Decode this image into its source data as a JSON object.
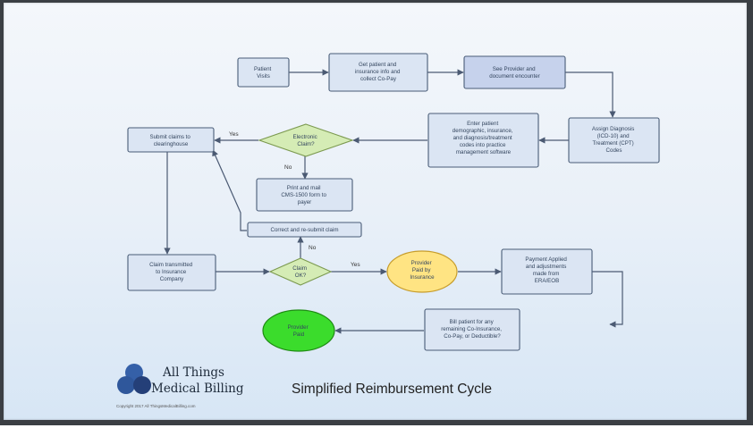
{
  "diagram": {
    "caption": "Simplified Reimbursement Cycle",
    "brand": {
      "line1": "All Things",
      "line2": "Medical Billing",
      "copyright": "Copyright 2017 All ThingsMedicalBilling.com"
    },
    "nodes": {
      "patient_visits": [
        "Patient",
        "Visits"
      ],
      "get_info": [
        "Get patient and",
        "insurance info and",
        "collect Co-Pay"
      ],
      "see_provider": [
        "See Provider and",
        "document encounter"
      ],
      "assign_codes": [
        "Assign Diagnosis",
        "(ICD-10) and",
        "Treatment (CPT)",
        "Codes"
      ],
      "enter_data": [
        "Enter patient",
        "demographic, insurance,",
        "and diagnosis/treatment",
        "codes into practice",
        "management software"
      ],
      "electronic_claim": [
        "Electronic",
        "Claim?"
      ],
      "submit_clearinghouse": [
        "Submit claims to",
        "clearinghouse"
      ],
      "print_mail": [
        "Print and mail",
        "CMS-1500 form to",
        "payer"
      ],
      "correct_resubmit": [
        "Correct and re-submit claim"
      ],
      "transmit_insurance": [
        "Claim transmitted",
        "to Insurance",
        "Company"
      ],
      "claim_ok": [
        "Claim",
        "OK?"
      ],
      "provider_paid": [
        "Provider",
        "Paid by",
        "Insurance"
      ],
      "payment_applied": [
        "Payment Applied",
        "and adjustments",
        "made from",
        "ERA/EOB"
      ],
      "bill_patient": [
        "Bill patient for any",
        "remaining Co-Insurance,",
        "Co-Pay, or Deductible?"
      ],
      "provider_paid_final": [
        "Provider",
        "Paid"
      ]
    },
    "edge_labels": {
      "yes_top": "Yes",
      "no_top": "No",
      "yes_bottom": "Yes",
      "no_bottom": "No"
    }
  },
  "colors": {
    "box_fill": "#dbe5f3",
    "box_fill_highlight": "#c6d2ec",
    "decision_fill": "#d5ecb5",
    "decision_stroke": "#7c9a50",
    "paid_fill": "#ffe483",
    "paid_stroke": "#c79d2c",
    "final_fill": "#3bdc2c",
    "final_stroke": "#1f8b14",
    "edge": "#4b5a73",
    "logo_blue": "#3560a8",
    "logo_dark": "#243f78"
  }
}
